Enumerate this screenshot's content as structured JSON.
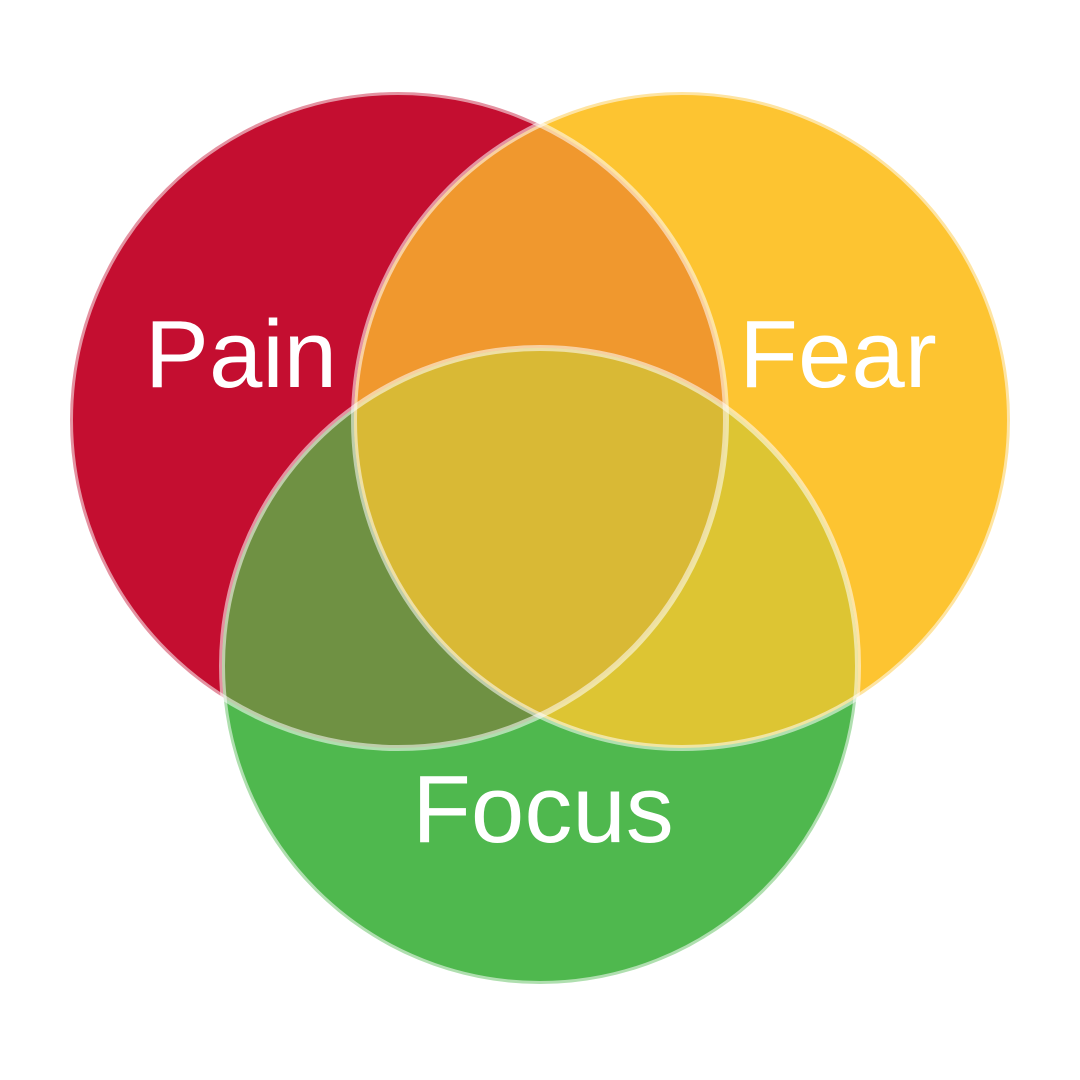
{
  "diagram": {
    "type": "venn-3",
    "background_color": "#FFFFFF",
    "label_color": "#FFFFFF",
    "outline_color": "rgba(255,255,255,0.55)",
    "sets": [
      {
        "id": "pain",
        "label": "Pain",
        "color": "#C40E30"
      },
      {
        "id": "fear",
        "label": "Fear",
        "color": "#FDC431"
      },
      {
        "id": "focus",
        "label": "Focus",
        "color": "#4FB84E"
      }
    ],
    "overlaps": {
      "pain_fear": "#F0982E",
      "pain_focus": "#6F9143",
      "fear_focus": "#DDC533",
      "pain_fear_focus": "#D9B935"
    }
  }
}
